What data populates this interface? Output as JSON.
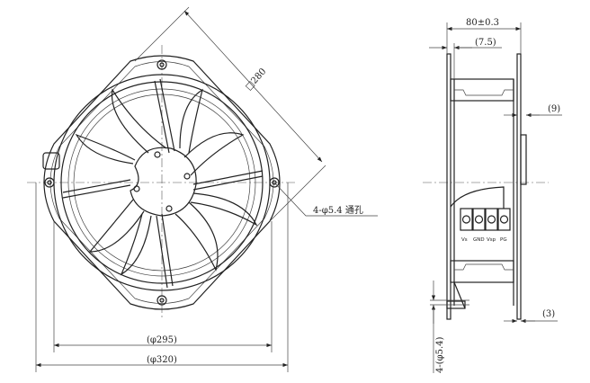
{
  "front_view": {
    "diagonal_dim": "□280",
    "hole_note": "4-φ5.4 通孔",
    "inner_dim": "(φ295)",
    "outer_dim": "(φ320)"
  },
  "side_view": {
    "width_dim": "80±0.3",
    "flange_dim": "(7.5)",
    "right_dim": "(9)",
    "bottom_dim": "(3)",
    "hole_dim": "4-(φ5.4)",
    "terminals": [
      "Vs",
      "GND",
      "Vsp",
      "PG"
    ]
  }
}
